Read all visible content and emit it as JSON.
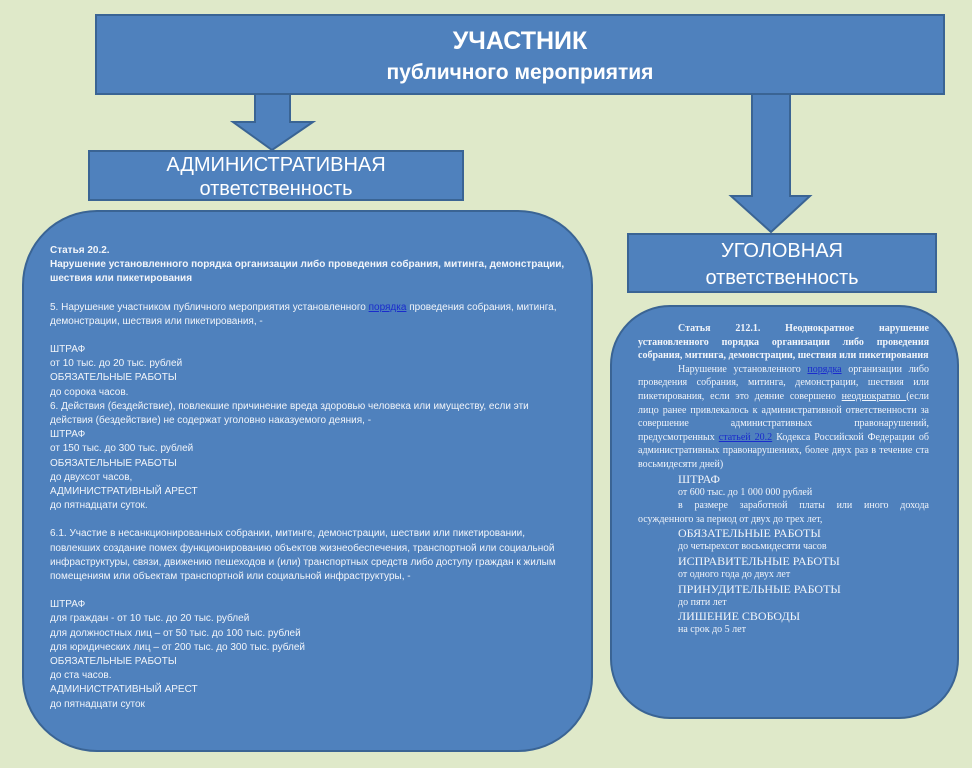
{
  "title": {
    "line1": "УЧАСТНИК",
    "line2": "публичного мероприятия"
  },
  "admin": {
    "line1": "АДМИНИСТРАТИВНАЯ",
    "line2": "ответственность"
  },
  "criminal": {
    "line1": "УГОЛОВНАЯ",
    "line2": "ответственность"
  },
  "left_panel": {
    "heading1": "Статья 20.2.",
    "heading2": "Нарушение установленного порядка организации либо проведения собрания, митинга, демонстрации, шествия или пикетирования",
    "p5_a": "5. Нарушение участником публичного мероприятия установленного ",
    "p5_link": "порядка",
    "p5_b": " проведения собрания, митинга, демонстрации, шествия или пикетирования, -",
    "p5_lines": [
      "ШТРАФ",
      "от 10 тыс. до 20 тыс. рублей",
      "ОБЯЗАТЕЛЬНЫЕ РАБОТЫ",
      "до сорока часов."
    ],
    "p6": "6. Действия (бездействие), повлекшие причинение вреда здоровью человека или имуществу, если эти действия (бездействие) не содержат уголовно наказуемого деяния, -",
    "p6_lines": [
      "ШТРАФ",
      "от 150 тыс. до 300 тыс. рублей",
      "ОБЯЗАТЕЛЬНЫЕ РАБОТЫ",
      "до двухсот часов,",
      "АДМИНИСТРАТИВНЫЙ АРЕСТ",
      "до пятнадцати суток."
    ],
    "p61": "6.1. Участие в несанкционированных собрании, митинге, демонстрации, шествии или пикетировании, повлекших создание помех функционированию объектов жизнеобеспечения, транспортной или социальной инфраструктуры, связи, движению пешеходов и (или) транспортных средств либо доступу граждан к жилым помещениям или объектам транспортной или социальной инфраструктуры, -",
    "p61_lines": [
      "ШТРАФ",
      "для граждан - от 10 тыс. до 20 тыс. рублей",
      "для должностных лиц – от 50 тыс. до 100 тыс. рублей",
      "для юридических лиц – от 200 тыс. до 300 тыс. рублей",
      "ОБЯЗАТЕЛЬНЫЕ РАБОТЫ",
      "до ста часов.",
      "АДМИНИСТРАТИВНЫЙ АРЕСТ",
      "до пятнадцати суток"
    ]
  },
  "right_panel": {
    "heading": "Статья 212.1. Неоднократное нарушение установленного порядка организации либо проведения собрания, митинга, демонстрации, шествия или пикетирования",
    "body_a": "Нарушение установленного ",
    "body_link1": "порядка",
    "body_b": " организации либо проведения собрания, митинга, демонстрации, шествия или пикетирования, если это деяние совершено ",
    "body_ul": "неоднократно ",
    "body_c": "(если лицо ранее привлекалось к административной ответственности за совершение административных правонарушений, предусмотренных ",
    "body_link2": "статьей 20.2",
    "body_d": " Кодекса Российской Федерации об административных правонарушениях, более двух раз в течение ста восьмидесяти дней)",
    "fine_label": "ШТРАФ",
    "fine_amount": "от 600 тыс. до 1 000 000 рублей",
    "fine_alt": "в размере заработной платы или иного дохода осужденного за период от двух до трех лет,",
    "penalties": [
      {
        "label": "ОБЯЗАТЕЛЬНЫЕ РАБОТЫ",
        "term": "до четырехсот восьмидесяти часов"
      },
      {
        "label": "ИСПРАВИТЕЛЬНЫЕ РАБОТЫ",
        "term": "от одного года до двух лет"
      },
      {
        "label": "ПРИНУДИТЕЛЬНЫЕ РАБОТЫ",
        "term": "до пяти лет"
      },
      {
        "label": "ЛИШЕНИЕ СВОБОДЫ",
        "term": "на срок до 5 лет"
      }
    ]
  },
  "colors": {
    "background": "#dfe9c9",
    "box": "#4f81bd",
    "border": "#3a6494"
  }
}
